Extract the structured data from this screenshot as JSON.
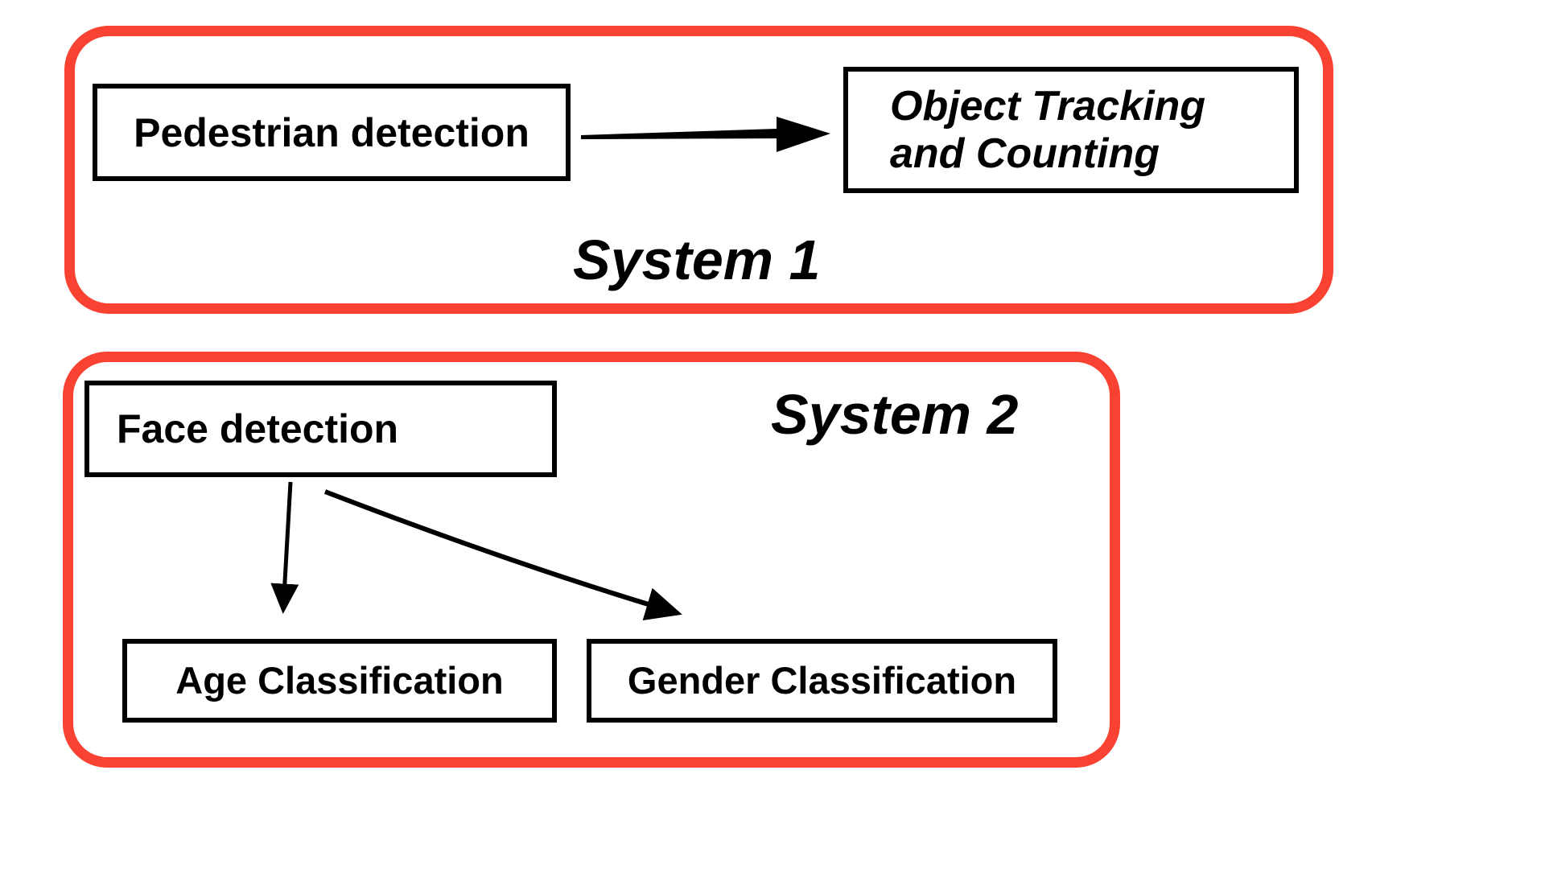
{
  "diagram": {
    "colors": {
      "frame_color": "#f94232",
      "node_border": "#000000",
      "arrow_color": "#000000",
      "text_color": "#000000",
      "page_bg": "#ffffff"
    },
    "system1": {
      "label": "System 1",
      "nodes": {
        "pedestrian": {
          "label": "Pedestrian detection"
        },
        "tracking": {
          "line1": "Object Tracking",
          "line2": "and Counting"
        }
      },
      "edges": [
        {
          "from": "pedestrian",
          "to": "tracking"
        }
      ]
    },
    "system2": {
      "label": "System 2",
      "nodes": {
        "face": {
          "label": "Face detection"
        },
        "age": {
          "label": "Age Classification"
        },
        "gender": {
          "label": "Gender Classification"
        }
      },
      "edges": [
        {
          "from": "face",
          "to": "age"
        },
        {
          "from": "face",
          "to": "gender"
        }
      ]
    }
  }
}
